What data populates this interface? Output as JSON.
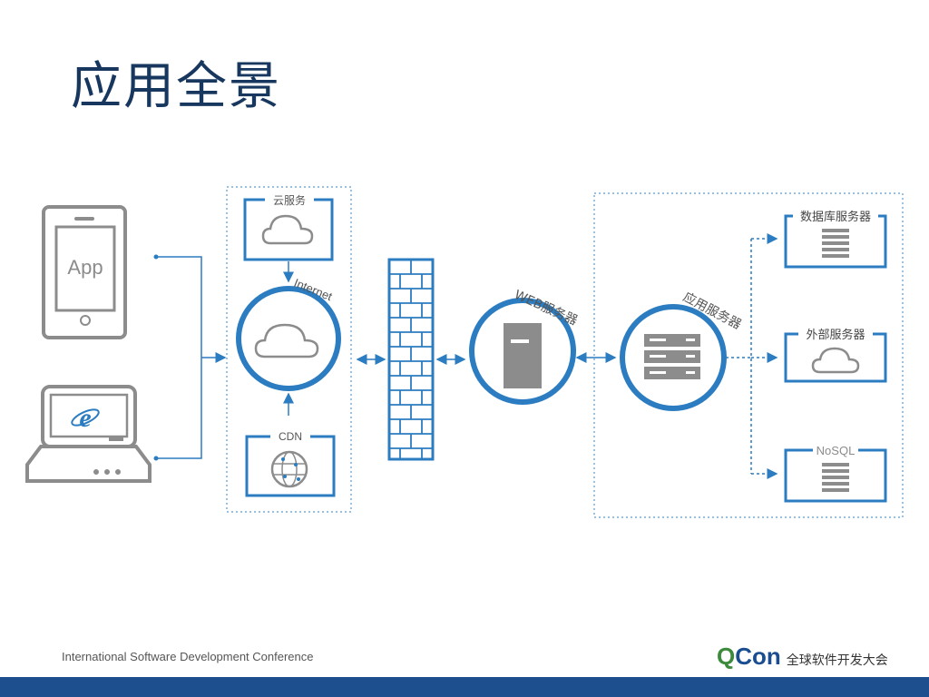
{
  "slide": {
    "title": "应用全景"
  },
  "diagram": {
    "app_label": "App",
    "cloud_service_label": "云服务",
    "internet_label": "Internet",
    "cdn_label": "CDN",
    "web_server_label": "WEB服务器",
    "app_server_label": "应用服务器",
    "db_server_label": "数据库服务器",
    "external_server_label": "外部服务器",
    "nosql_label": "NoSQL"
  },
  "footer": {
    "conference": "International Software Development Conference",
    "brand_q": "Q",
    "brand_con": "Con",
    "brand_subtitle": "全球软件开发大会"
  },
  "colors": {
    "accent_blue": "#2b7cc0",
    "gray": "#8c8c8c",
    "dark_blue": "#1d4f8f",
    "green": "#3b8b3b"
  }
}
